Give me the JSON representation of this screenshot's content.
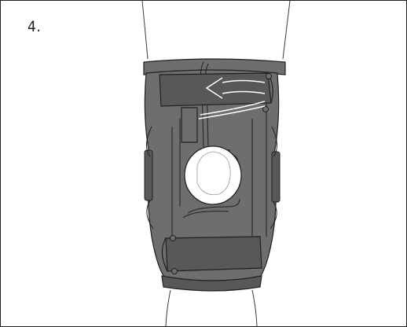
{
  "figure": {
    "step_number": "4.",
    "colors": {
      "brace_fill": "#6e6e71",
      "brace_dark": "#58585b",
      "outline": "#231f20",
      "leg_line": "#3a3a3a",
      "arrow_stroke": "#ffffff",
      "patella_fill": "#ffffff"
    },
    "icons": [
      "knee-brace-illustration",
      "leg-outline",
      "direction-arrow"
    ]
  }
}
